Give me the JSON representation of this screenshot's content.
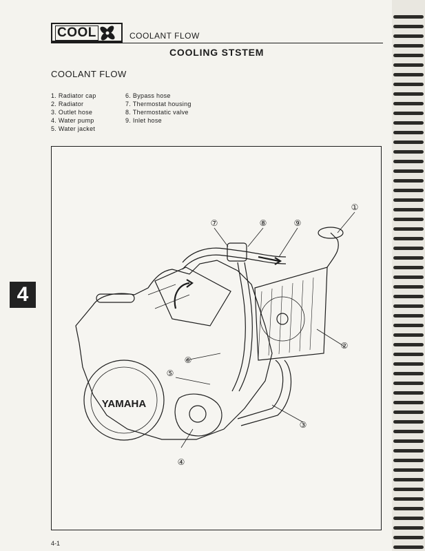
{
  "header": {
    "section_icon_text": "COOL",
    "section_label": "COOLANT FLOW",
    "page_title": "COOLING STSTEM"
  },
  "subtitle": "COOLANT FLOW",
  "legend_left": [
    "1. Radiator cap",
    "2. Radiator",
    "3. Outlet hose",
    "4. Water pump",
    "5. Water jacket"
  ],
  "legend_right": [
    "6. Bypass hose",
    "7. Thermostat housing",
    "8. Thermostatic valve",
    "9. Inlet hose"
  ],
  "chapter_tab": "4",
  "figure": {
    "engine_brand": "YAMAHA",
    "callouts": [
      "①",
      "②",
      "③",
      "④",
      "⑤",
      "⑥",
      "⑦",
      "⑧",
      "⑨"
    ]
  },
  "page_number": "4-1",
  "colors": {
    "ink": "#1c1c1c",
    "paper": "#f4f3ee",
    "tab": "#222222"
  }
}
